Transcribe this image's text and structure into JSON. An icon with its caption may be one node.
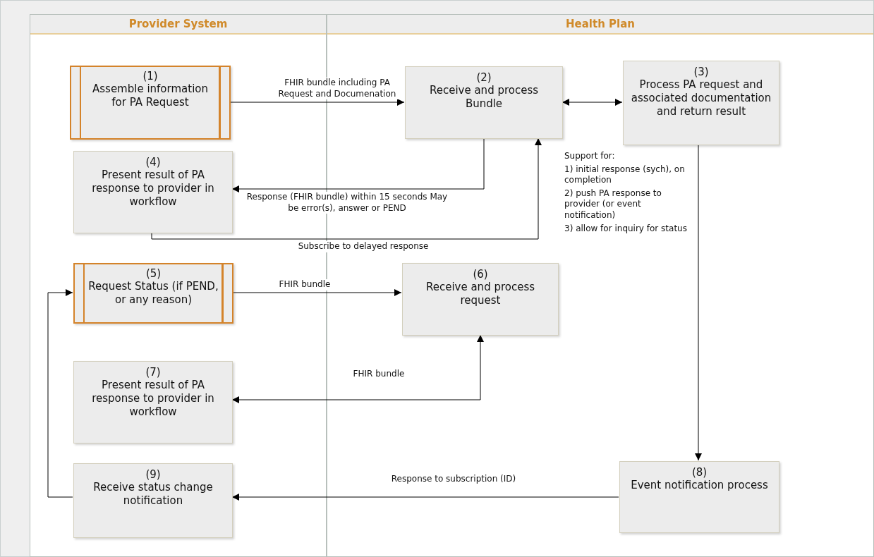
{
  "diagram": {
    "nodes": [
      {
        "text": [
          "Provider System"
        ]
      },
      {
        "text": [
          "Health Plan"
        ]
      },
      {
        "text": [
          "(1)",
          "Assemble information for PA Request"
        ],
        "in": 0
      },
      {
        "text": [
          "(2)",
          "Receive and process Bundle"
        ],
        "in": 1
      },
      {
        "text": [
          "(3)",
          "Process PA request and associated documentation and return result"
        ],
        "in": 1
      },
      {
        "text": [
          "(4)",
          "Present result of PA response to provider in workflow"
        ],
        "in": 0
      },
      {
        "text": [
          "(5)",
          "Request Status (if PEND, or any reason)"
        ],
        "in": 0
      },
      {
        "text": [
          "(6)",
          "Receive and process request"
        ],
        "in": 1
      },
      {
        "text": [
          "(7)",
          "Present result of PA response to provider in workflow"
        ],
        "in": 0
      },
      {
        "text": [
          "(9)",
          "Receive status change notification"
        ],
        "in": 0
      },
      {
        "text": [
          "(8)",
          "Event notification process"
        ],
        "in": 1
      }
    ],
    "edges": [
      {
        "from": 2,
        "to": 3,
        "arrow": "to",
        "label": "FHIR bundle including PA Request and Documenation"
      },
      {
        "from": 3,
        "to": 5,
        "arrow": "to",
        "label": "Response (FHIR bundle) within 15 seconds May be error(s), answer or PEND"
      },
      {
        "from": 5,
        "to": 3,
        "arrow": "to",
        "label": "Subscribe to delayed response"
      },
      {
        "from": 3,
        "to": 4,
        "arrow": "both"
      },
      {
        "from": 4,
        "to": 10,
        "arrow": "to"
      },
      {
        "from": 6,
        "to": 7,
        "arrow": "to",
        "label": "FHIR bundle"
      },
      {
        "from": 7,
        "to": 8,
        "arrow": "both",
        "label": "FHIR bundle"
      },
      {
        "from": 10,
        "to": 9,
        "arrow": "to",
        "label": "Response to subscription (ID)"
      },
      {
        "from": 9,
        "to": 6,
        "arrow": "to"
      }
    ],
    "labels": [
      "Support for:",
      "1) initial response (sych), on completion",
      "2) push PA response to provider (or event notification)",
      "3) allow for inquiry for status"
    ]
  }
}
